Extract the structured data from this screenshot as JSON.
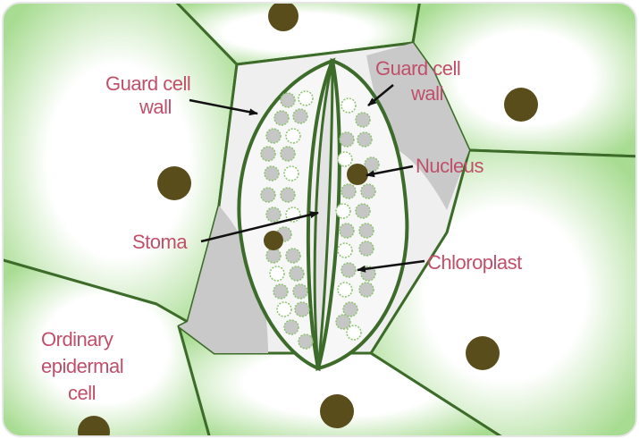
{
  "labels": {
    "guard_cell_wall_left_line1": "Guard cell",
    "guard_cell_wall_left_line2": "wall",
    "guard_cell_wall_right_line1": "Guard cell",
    "guard_cell_wall_right_line2": "wall",
    "nucleus": "Nucleus",
    "stoma": "Stoma",
    "chloroplast": "Chloroplast",
    "ordinary_line1": "Ordinary",
    "ordinary_line2": "epidermal",
    "ordinary_line3": "cell"
  },
  "colors": {
    "label_text": "#c0506a",
    "cell_wall": "#3d6b2a",
    "cell_fill_light": "#ffffff",
    "cell_fill_green": "#a8dc92",
    "nucleus": "#5a4d1c",
    "guard_fill": "#f7f7f7",
    "shadow_gray": "#c9c9c9",
    "chloroplast_fill": "#c6c6c6",
    "chloroplast_stroke": "#8cc46e",
    "arrow": "#111111"
  }
}
